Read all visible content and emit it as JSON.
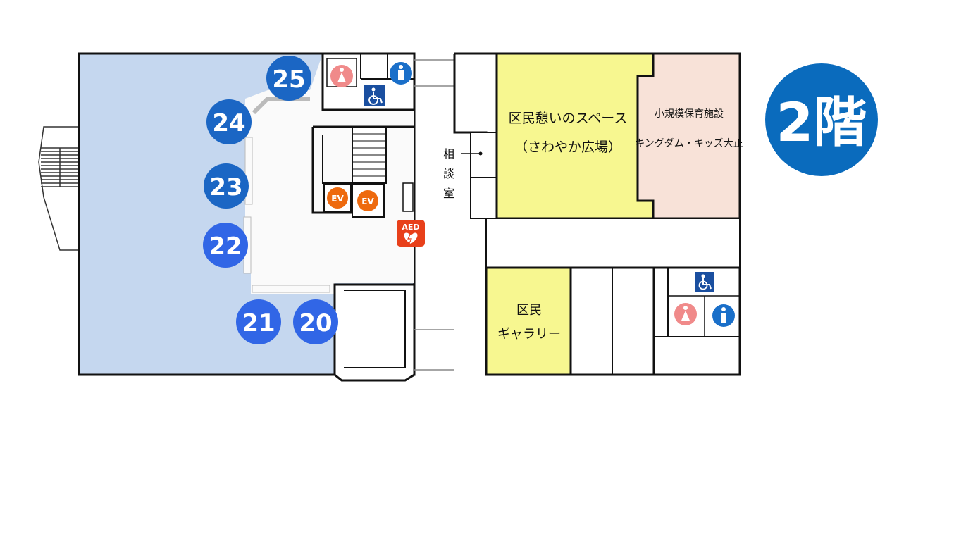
{
  "floor_badge": {
    "text": "2階",
    "color": "#0a6bbd"
  },
  "colors": {
    "wing": "#c5d7ef",
    "yellow": "#f7f790",
    "pink": "#f8e2d8",
    "blue_marker": "#1b66c4",
    "bright_marker": "#3166e6",
    "ev": "#ee6a0e",
    "aed": "#e8401a",
    "female": "#f08a8a",
    "male": "#1a6fc9"
  },
  "markers": {
    "m25": "25",
    "m24": "24",
    "m23": "23",
    "m22": "22",
    "m21": "21",
    "m20": "20"
  },
  "rooms": {
    "plaza_line1": "区民憩いのスペース",
    "plaza_line2": "（さわやか広場）",
    "nursery_line1": "小規模保育施設",
    "nursery_line2": "キングダム・キッズ大正",
    "gallery_line1": "区民",
    "gallery_line2": "ギャラリー",
    "consult_1": "相",
    "consult_2": "談",
    "consult_3": "室"
  },
  "icons": {
    "ev1": "EV",
    "ev2": "EV",
    "aed": "AED",
    "female_restroom_1": "female-restroom-icon",
    "male_restroom_1": "male-restroom-icon",
    "accessible_1": "wheelchair-icon",
    "female_restroom_2": "female-restroom-icon",
    "male_restroom_2": "male-restroom-icon",
    "accessible_2": "wheelchair-icon"
  }
}
